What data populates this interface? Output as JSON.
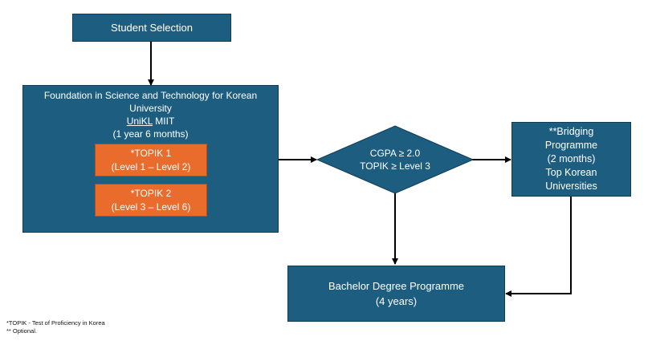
{
  "colors": {
    "box_fill": "#1d5d80",
    "box_border": "#0f3d57",
    "accent_fill": "#ea6c2c",
    "text": "#ffffff",
    "arrow": "#000000"
  },
  "student_selection": {
    "label": "Student Selection"
  },
  "foundation": {
    "line1": "Foundation in Science and Technology for Korean",
    "line2": "University",
    "line3_underlined": "UniKL",
    "line3_rest": " MIIT",
    "line4": "(1 year 6 months)"
  },
  "topik1": {
    "title": "*TOPIK 1",
    "levels": "(Level 1 – Level 2)"
  },
  "topik2": {
    "title": "*TOPIK 2",
    "levels": "(Level 3 – Level 6)"
  },
  "decision": {
    "line1": "CGPA ≥ 2.0",
    "line2": "TOPIK ≥ Level 3"
  },
  "bridging": {
    "line1": "**Bridging",
    "line2": "Programme",
    "line3": "(2 months)",
    "line4": "Top Korean",
    "line5": "Universities"
  },
  "bachelor": {
    "line1": "Bachelor Degree Programme",
    "line2": "(4 years)"
  },
  "footnotes": {
    "topik": "*TOPIK  - Test of Proficiency in Korea",
    "optional": "** Optional."
  }
}
